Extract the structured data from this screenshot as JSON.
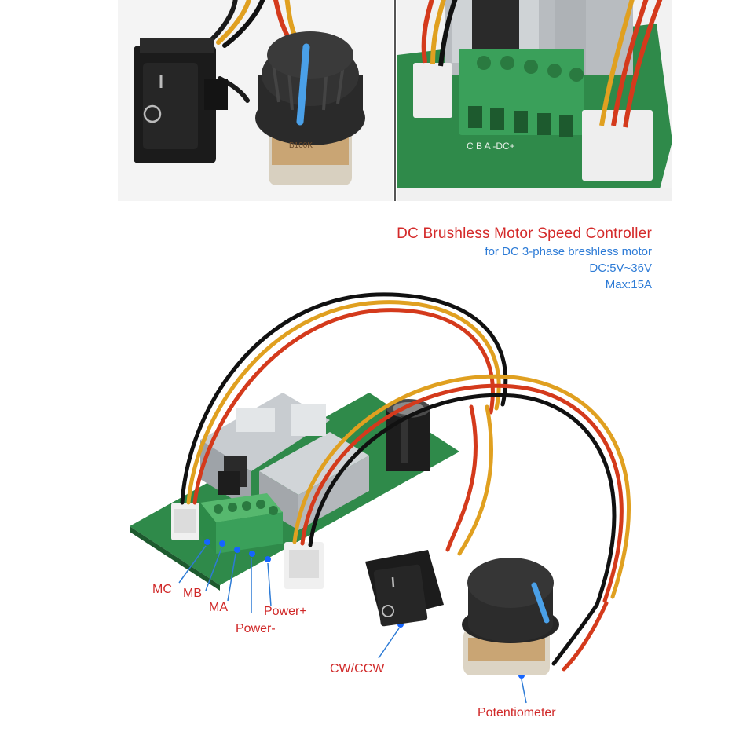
{
  "title": "DC Brushless Motor Speed Controller",
  "subtitle": "for DC 3-phase breshless motor",
  "voltage": "DC:5V~36V",
  "current": "Max:15A",
  "labels": {
    "mc": "MC",
    "mb": "MB",
    "ma": "MA",
    "power_plus": "Power+",
    "power_minus": "Power-",
    "cw_ccw": "CW/CCW",
    "potentiometer": "Potentiometer"
  },
  "pcb_silkscreen": {
    "terminal_marks": "C  B  A  -DC+",
    "potentiometer_marking": "B100K"
  },
  "colors": {
    "title_red": "#d42a2a",
    "subtitle_blue": "#2d7bd6",
    "pcb_green": "#2f8a4a",
    "terminal_green": "#3aa05a",
    "marker_blue": "#1565ff"
  }
}
